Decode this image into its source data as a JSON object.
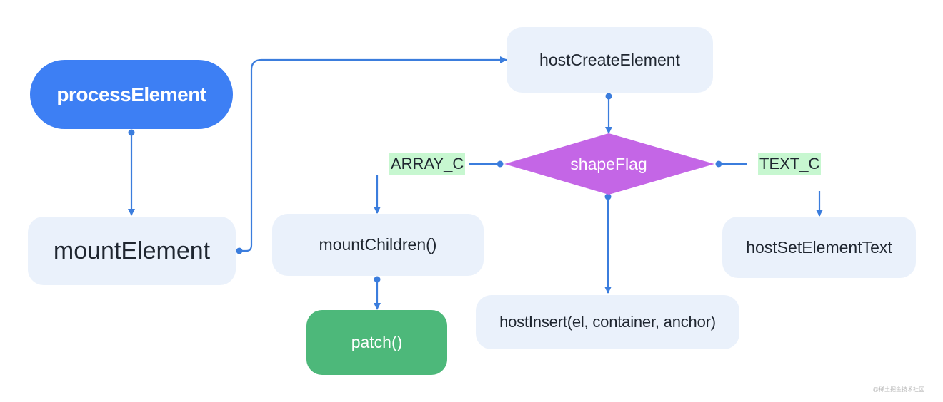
{
  "colors": {
    "connector": "#3b7ddd",
    "primary_fill": "#3d7ff4",
    "secondary_fill": "#eaf1fb",
    "decision_fill": "#c466e6",
    "result_fill": "#4db87a",
    "branch_label_bg": "#c7f7d0"
  },
  "nodes": {
    "process_element": "processElement",
    "mount_element": "mountElement",
    "host_create_element": "hostCreateElement",
    "shape_flag": "shapeFlag",
    "mount_children": "mountChildren()",
    "patch": "patch()",
    "host_insert": "hostInsert(el, container, anchor)",
    "host_set_element_text": "hostSetElementText"
  },
  "branch_labels": {
    "array_children": "ARRAY_C",
    "text_children": "TEXT_C"
  },
  "watermark": "@稀土掘金技术社区"
}
